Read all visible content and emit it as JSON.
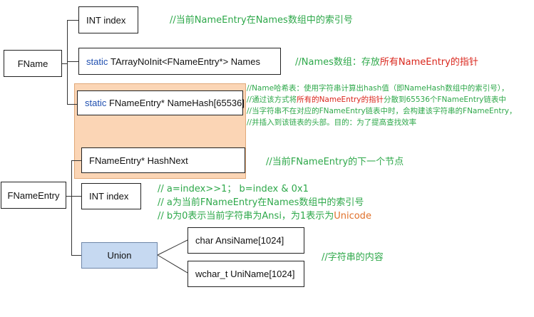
{
  "fname": {
    "label": "FName",
    "index_field": "INT index",
    "names_kw": "static",
    "names_rest": "TArrayNoInit<FNameEntry*> Names",
    "hash_kw": "static",
    "hash_rest": "FNameEntry*  NameHash[65536]"
  },
  "fnameentry": {
    "label": "FNameEntry",
    "hashnext_field": "FNameEntry*  HashNext",
    "index_field": "INT index",
    "union_label": "Union",
    "ansi_field": "char AnsiName[1024]",
    "uni_field": "wchar_t UniName[1024]"
  },
  "comments": {
    "index": "//当前NameEntry在Names数组中的索引号",
    "names_a": "//Names数组：存放",
    "names_b": "所有NameEntry的指针",
    "hash_l1": "//Name哈希表：使用字符串计算出hash值（即NameHash数组中的索引号），",
    "hash_l2_a": "//通过该方式将",
    "hash_l2_b": "所有的NameEntry的指针",
    "hash_l2_c": "分散到65536个FNameEntry链表中",
    "hash_l3": "//当字符串不在对应的FNameEntry链表中时，会构建该字符串的FNameEntry，",
    "hash_l4": "//并插入到该链表的头部。目的：为了提高查找效率",
    "hashnext": "//当前FNameEntry的下一个节点",
    "entry_l1": "// a=index>>1；  b=index & 0x1",
    "entry_l2": "// a为当前FNameEntry在Names数组中的索引号",
    "entry_l3_a": "// b为0表示当前字符串为Ansi，为1表示为",
    "entry_l3_b": "Unicode",
    "union": "//字符串的内容"
  },
  "colors": {
    "comment_green": "#2ea84a",
    "comment_red": "#d9261c",
    "comment_orange": "#e0702a",
    "keyword_blue": "#1f4fb0",
    "peach_fill": "#fbd5b5",
    "union_fill": "#c6d9f1"
  }
}
